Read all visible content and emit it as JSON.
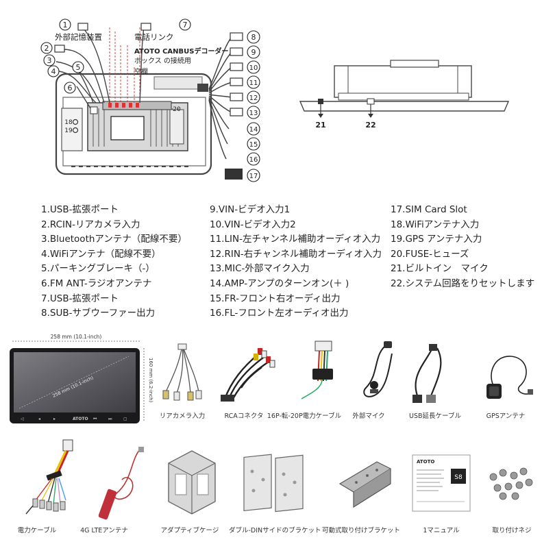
{
  "diagram": {
    "labels": {
      "external_storage": "外部記憶装置",
      "phone_link": "電話リンク",
      "canbus_line1": "ATOTO CANBUSデコーダー",
      "canbus_line2": "ボックス の接続用",
      "empty_slot": "空欄"
    },
    "numbers": [
      "1",
      "2",
      "3",
      "4",
      "5",
      "6",
      "7",
      "8",
      "9",
      "10",
      "11",
      "12",
      "13",
      "14",
      "15",
      "16",
      "17",
      "18",
      "19",
      "20",
      "21",
      "22"
    ]
  },
  "legend": {
    "col1": [
      "1.USB-拡張ポート",
      "2.RCIN-リアカメラ入力",
      "3.Bluetoothアンテナ（配線不要）",
      "4.WiFiアンテナ（配線不要）",
      "5.パーキングブレーキ（-）",
      "6.FM ANT-ラジオアンテナ",
      "7.USB-拡張ポート",
      "8.SUB-サブウーファー出力"
    ],
    "col2": [
      "9.VIN-ビデオ入力1",
      "10.VIN-ビデオ入力2",
      "11.LIN-左チャンネル補助オーディオ入力",
      "12.RIN-右チャンネル補助オーディオ入力",
      "13.MIC-外部マイク入力",
      "14.AMP-アンプのターンオン(＋ )",
      "15.FR-フロント右オーディ出力",
      "16.FL-フロント左オーディオ出力"
    ],
    "col3": [
      "17.SIM Card Slot",
      "18.WiFiアンテナ入力",
      "19.GPS アンテナ入力",
      "20.FUSE-ヒューズ",
      "21.ビルトイン　マイク",
      "22.システム回路をりセットします"
    ]
  },
  "product": {
    "width_label": "258 mm (10.1-inch)",
    "height_label": "160 mm (6.2-inch)",
    "diagonal_label": "258 mm (10.1-inch)",
    "brand": "ATOTO"
  },
  "accessories": [
    "リアカメラ入力",
    "RCAコネクタ",
    "16P-転-20P電力ケーブル",
    "外部マイク",
    "USB延長ケーブル",
    "GPSアンテナ",
    "電力ケーブル",
    "4G LTEアンテナ",
    "アダプティブケージ",
    "ダブル-DINサイドのブラケット",
    "可動式取り付けブラケット",
    "1マニュアル",
    "取り付けネジ"
  ],
  "manual_badge": "S8"
}
